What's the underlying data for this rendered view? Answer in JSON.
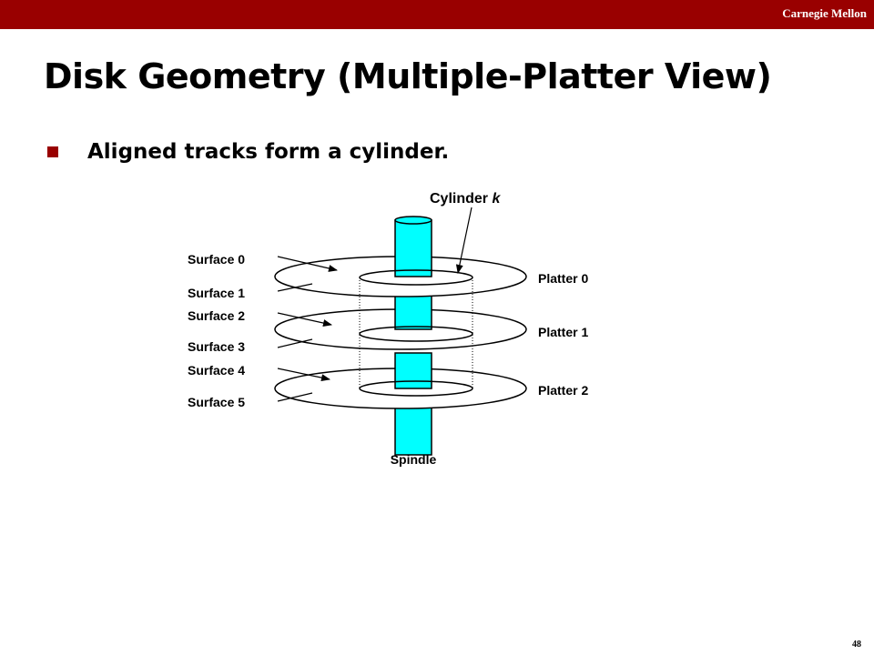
{
  "header": {
    "brand": "Carnegie Mellon"
  },
  "slide": {
    "title": "Disk Geometry (Multiple-Platter View)",
    "bullet": "Aligned tracks form a cylinder.",
    "page_number": "48"
  },
  "diagram": {
    "cylinder_label": "Cylinder ",
    "cylinder_var": "k",
    "spindle_label": "Spindle",
    "surfaces": [
      "Surface 0",
      "Surface 1",
      "Surface 2",
      "Surface 3",
      "Surface 4",
      "Surface 5"
    ],
    "platters": [
      "Platter 0",
      "Platter 1",
      "Platter 2"
    ],
    "colors": {
      "spindle_fill": "#00ffff",
      "accent": "#990000"
    }
  }
}
